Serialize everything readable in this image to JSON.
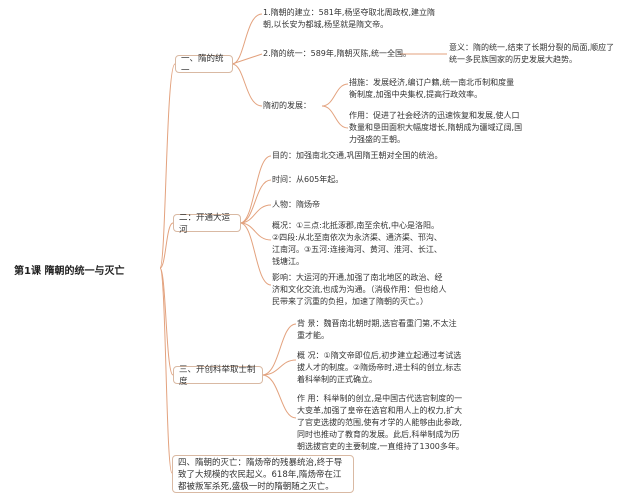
{
  "root": "第1课  隋朝的统一与灭亡",
  "branches": [
    {
      "title": "一、隋的统一",
      "items": [
        "1.隋朝的建立：581年,杨坚夺取北周政权,建立隋朝,以长安为都城,杨坚就是隋文帝。",
        "2.隋的统一：589年,隋朝灭陈,统一全国。",
        "隋初的发展："
      ],
      "significance": "意义：隋的统一,结束了长期分裂的局面,顺应了统一多民族国家的历史发展大趋势。",
      "development": [
        "措施：发展经济,编订户籍,统一南北币制和度量衡制度,加强中央集权,提高行政效率。",
        "作用：促进了社会经济的迅速恢复和发展,使人口数量和垦田面积大幅度增长,隋朝成为疆域辽阔,国力强盛的王朝。"
      ]
    },
    {
      "title": "二：开通大运河",
      "items": [
        "目的：加强南北交通,巩固隋王朝对全国的统治。",
        "时间：从605年起。",
        "人物：隋炀帝",
        "概况：①三点:北抵涿郡,南至余杭,中心是洛阳。②四段:从北至南依次为永济渠、通济渠、邗沟、江南河。③五河:连接海河、黄河、淮河、长江、钱塘江。",
        "影响：大运河的开通,加强了南北地区的政治、经济和文化交流,也成为沟通。（消极作用：但也给人民带来了沉重的负担，加速了隋朝的灭亡。）"
      ]
    },
    {
      "title": "三、开创科举取士制度",
      "items": [
        "背 景：魏晋南北朝时期,选官看重门第,不太注重才能。",
        "概 况：①隋文帝即位后,初步建立起通过考试选拔人才的制度。②隋炀帝时,进士科的创立,标志着科举制的正式确立。",
        "作 用：科举制的创立,是中国古代选官制度的一大变革,加强了皇帝在选官和用人上的权力,扩大了官吏选拔的范围,使有才学的人能够由此参政,同时也推动了教育的发展。此后,科举制成为历朝选拔官吏的主要制度,一直维持了1300多年。"
      ]
    },
    {
      "title": "四、隋朝的灭亡：隋炀帝的残暴统治,终于导致了大规模的农民起义。618年,隋炀帝在江都被叛军杀死,盛极一时的隋朝随之灭亡。"
    }
  ],
  "colors": {
    "line": "#e3a27e",
    "border": "#d9b9a3"
  }
}
